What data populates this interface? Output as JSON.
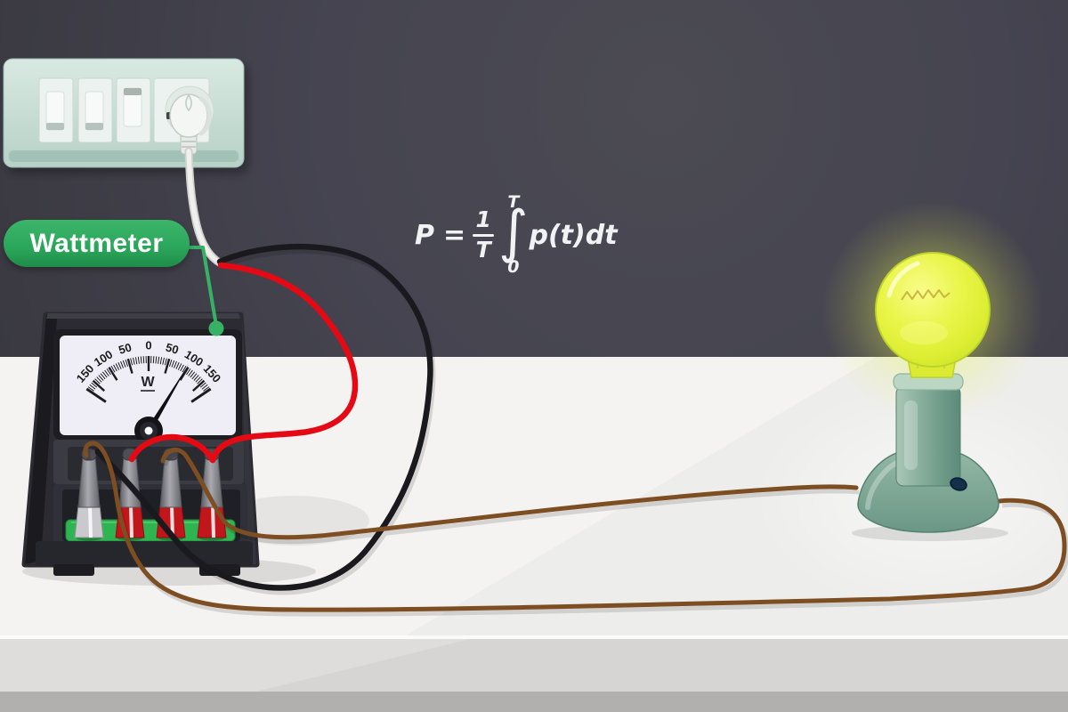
{
  "title_label": {
    "text": "Wattmeter"
  },
  "formula": {
    "P": "P",
    "eq": "=",
    "num": "1",
    "den": "T",
    "integral": "∫",
    "upper_limit": "T",
    "lower_limit": "0",
    "integrand": "p(t)dt"
  },
  "meter": {
    "unit": "W",
    "scale_labels": [
      "150",
      "100",
      "50",
      "0",
      "50",
      "100",
      "150"
    ],
    "scale_angles_deg": [
      -48,
      -32,
      -16,
      0,
      16,
      32,
      48
    ],
    "arc_start_deg": -56,
    "arc_end_deg": 56,
    "minor_tick_step_deg": 2,
    "needle_angle_deg": 31,
    "needle_reading": "100",
    "terminal_count": 4
  },
  "outlet": {
    "switch_count": 3,
    "socket_count": 1
  },
  "colors": {
    "wall": "#45444c",
    "table": "#ededec",
    "label_green": "#2fa95c",
    "connector_green": "#36b166",
    "wire_red": "#e50914",
    "wire_black": "#1a1a1e",
    "wire_brown": "#7d4e22",
    "cord": "#efefec",
    "meter_body": "#2b2b31",
    "meter_panel": "#3b3b43",
    "dial_face": "#efeef6",
    "dial_ink": "#1c1c1e",
    "green_strip": "#2eb450",
    "terminal_red": "#c2161d",
    "terminal_silver": "#c9c9ce",
    "bulb_yellow": "#e7f441",
    "bulb_outline": "#bcd32a",
    "socket_green": "#8ab09d",
    "base_green": "#7ba492",
    "button_navy": "#14314b"
  }
}
